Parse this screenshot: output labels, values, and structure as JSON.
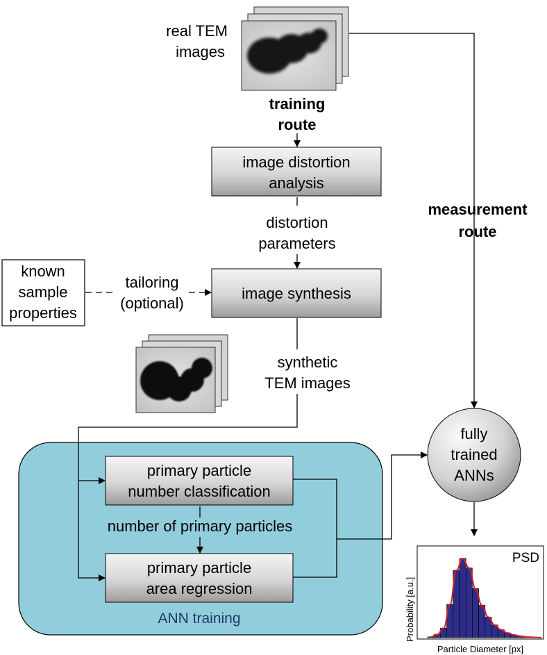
{
  "labels": {
    "real_tem_1": "real TEM",
    "real_tem_2": "images",
    "training_route_1": "training",
    "training_route_2": "route",
    "image_distortion_1": "image distortion",
    "image_distortion_2": "analysis",
    "distortion_params_1": "distortion",
    "distortion_params_2": "parameters",
    "known_1": "known",
    "known_2": "sample",
    "known_3": "properties",
    "tailoring_1": "tailoring",
    "tailoring_2": "(optional)",
    "image_synthesis": "image synthesis",
    "synthetic_1": "synthetic",
    "synthetic_2": "TEM images",
    "measurement_1": "measurement",
    "measurement_2": "route",
    "fully_1": "fully",
    "fully_2": "trained",
    "fully_3": "ANNs",
    "ppnc_1": "primary particle",
    "ppnc_2": "number classification",
    "number_of": "number of primary particles",
    "ppar_1": "primary particle",
    "ppar_2": "area regression",
    "ann_training": "ANN training",
    "psd": "PSD",
    "ylabel": "Probability [a.u.]",
    "xlabel": "Particle Diameter [px]"
  },
  "colors": {
    "ann_panel": "#92cddc",
    "ann_label": "#1f3864",
    "hist_bar": "#2e2e8a",
    "fit_line": "#d62020"
  },
  "psd_histogram": {
    "values": [
      0.01,
      0.04,
      0.12,
      0.42,
      0.85,
      1.0,
      0.88,
      0.62,
      0.41,
      0.26,
      0.16,
      0.1,
      0.06,
      0.035,
      0.02,
      0.01,
      0.005
    ]
  }
}
